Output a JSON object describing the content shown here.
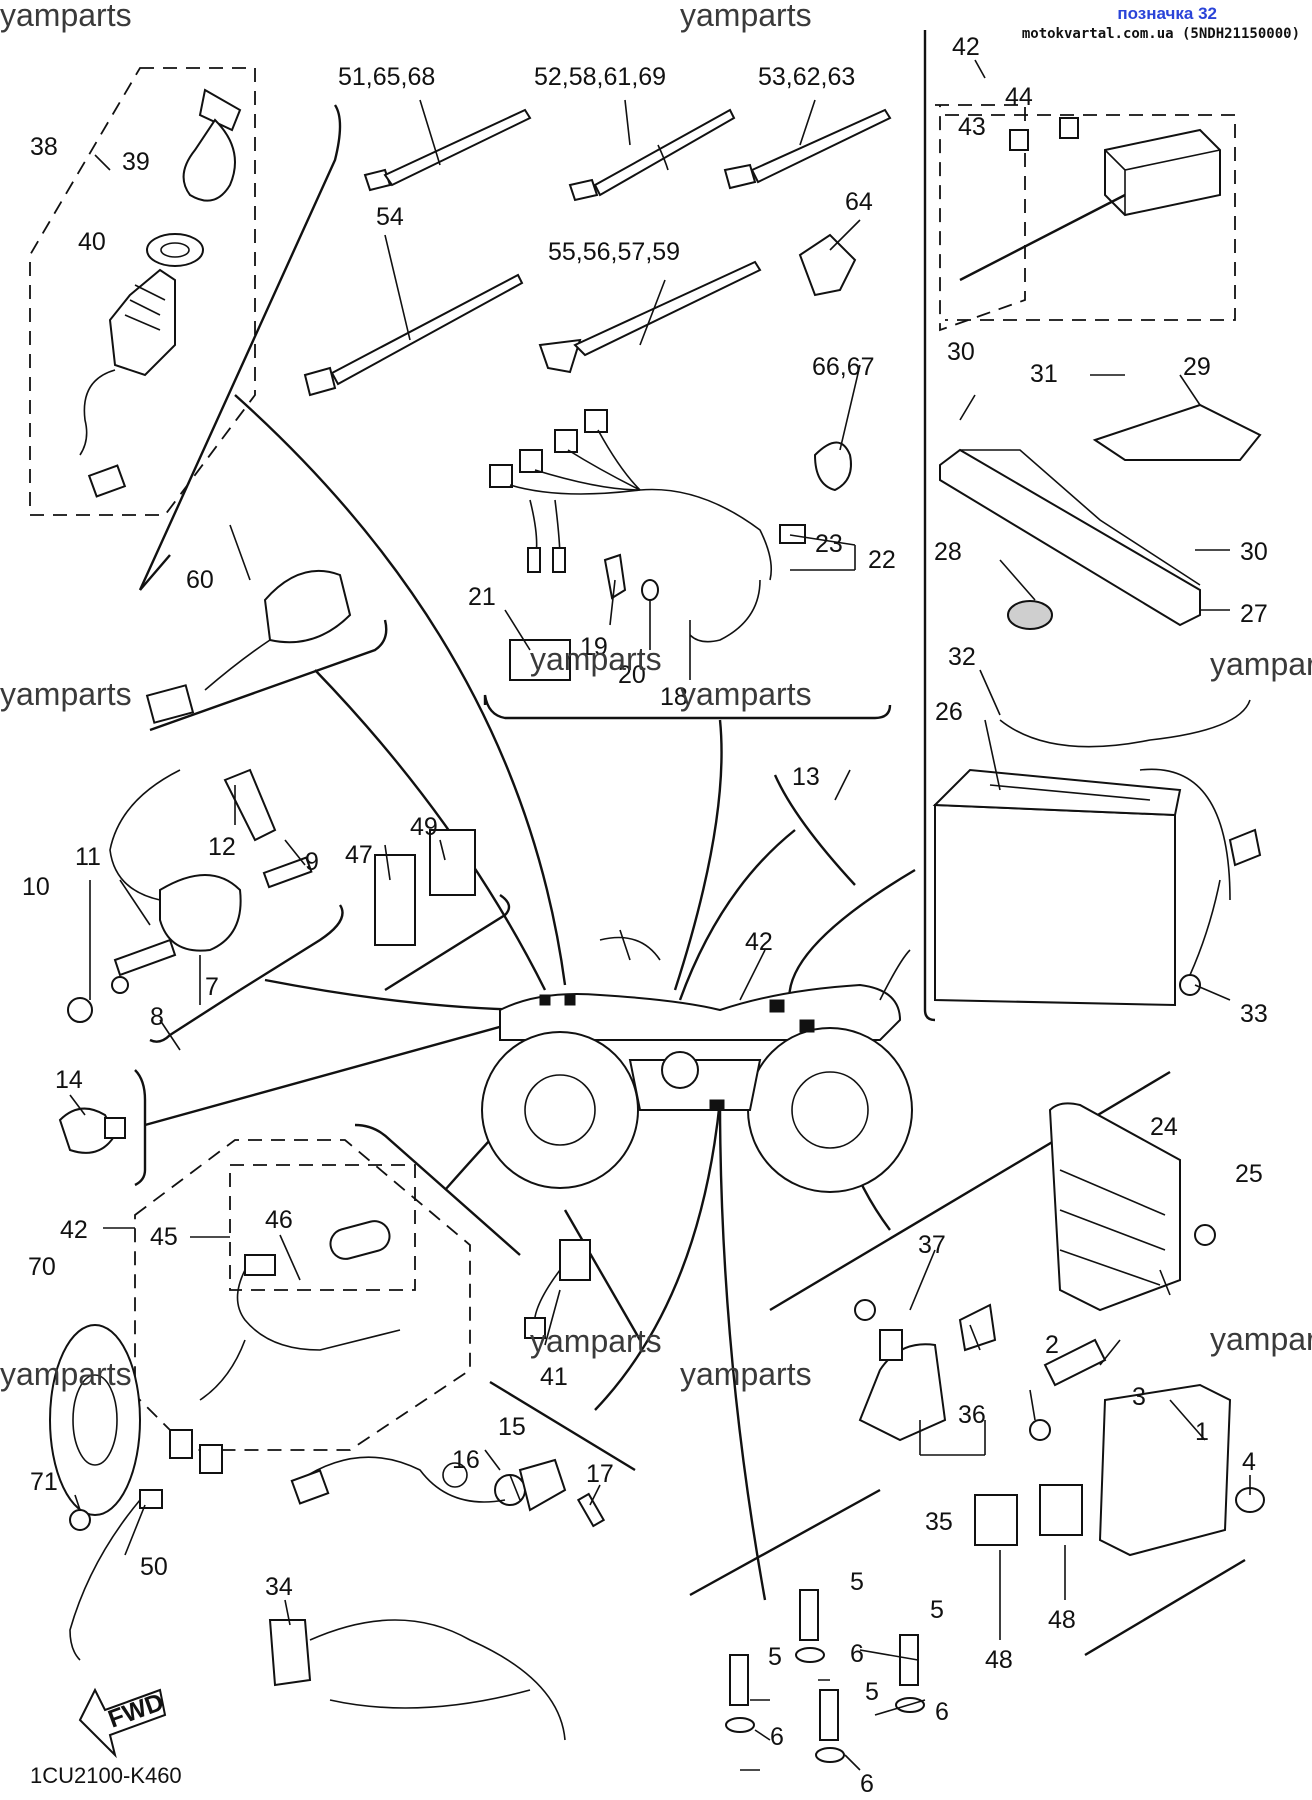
{
  "header": {
    "label_ref": "позначка 32",
    "site_code": "motokvartal.com.ua (5NDH21150000)"
  },
  "watermark": "yamparts",
  "catalog_code": "1CU2100-K460",
  "fwd_label": "FWD",
  "callouts": {
    "c1": "1",
    "c2": "2",
    "c3": "3",
    "c4": "4",
    "c5": "5",
    "c6": "6",
    "c7": "7",
    "c8": "8",
    "c9": "9",
    "c10": "10",
    "c11": "11",
    "c12": "12",
    "c13": "13",
    "c14": "14",
    "c15": "15",
    "c16": "16",
    "c17": "17",
    "c18": "18",
    "c19": "19",
    "c20": "20",
    "c21": "21",
    "c22": "22",
    "c23": "23",
    "c24": "24",
    "c25": "25",
    "c26": "26",
    "c27": "27",
    "c28": "28",
    "c29": "29",
    "c30": "30",
    "c31": "31",
    "c32": "32",
    "c33": "33",
    "c34": "34",
    "c35": "35",
    "c36": "36",
    "c37": "37",
    "c38": "38",
    "c39": "39",
    "c40": "40",
    "c41": "41",
    "c42": "42",
    "c43": "43",
    "c44": "44",
    "c45": "45",
    "c46": "46",
    "c47": "47",
    "c48": "48",
    "c49": "49",
    "c50": "50",
    "c54": "54",
    "c60": "60",
    "c64": "64",
    "c70": "70",
    "c71": "71",
    "g51": "51,65,68",
    "g52": "52,58,61,69",
    "g53": "53,62,63",
    "g55": "55,56,57,59",
    "g66": "66,67"
  }
}
